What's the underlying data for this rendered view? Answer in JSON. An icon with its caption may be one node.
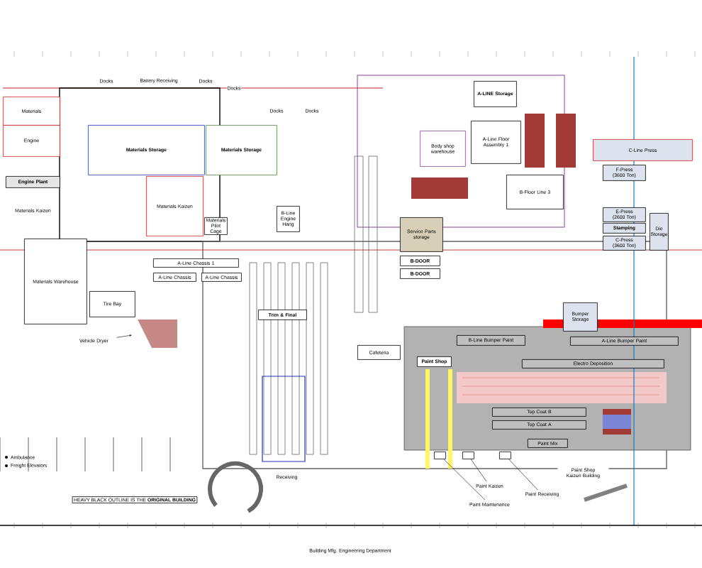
{
  "diagram": {
    "caption": "Building Mfg. Engineering Department",
    "nodes": [
      {
        "text": [
          "Materials"
        ]
      },
      {
        "text": [
          "Engine"
        ]
      },
      {
        "text": [
          "Engine Plant"
        ]
      },
      {
        "text": [
          "Materials Kaizen"
        ]
      },
      {
        "text": [
          "Materials Storage"
        ]
      },
      {
        "text": [
          "Materials Storage"
        ]
      },
      {
        "text": [
          "Materials Kaizen"
        ]
      },
      {
        "text": [
          "Materials Pilot Cage"
        ]
      },
      {
        "text": [
          "B-Line Engine Hang"
        ]
      },
      {
        "text": [
          "Materials Warehouse"
        ]
      },
      {
        "text": [
          "Tire Bay"
        ]
      },
      {
        "text": [
          "A-Line Chassis 1"
        ]
      },
      {
        "text": [
          "A-Line Chassis"
        ]
      },
      {
        "text": [
          "A-Line Chassis"
        ]
      },
      {
        "text": [
          "Trim & Final"
        ]
      },
      {
        "text": [
          "A-LINE Storage"
        ]
      },
      {
        "text": [
          "A-Line Floor Assembly 1"
        ]
      },
      {
        "text": [
          "B-Floor Line 3"
        ]
      },
      {
        "text": [
          "Body shop warehouse"
        ]
      },
      {
        "text": [
          "Service Parts storage"
        ]
      },
      {
        "text": [
          "B-DOOR"
        ]
      },
      {
        "text": [
          "B-DOOR"
        ]
      },
      {
        "text": [
          "C-Line Press"
        ]
      },
      {
        "text": [
          "F-Press (3600 Ton)"
        ]
      },
      {
        "text": [
          "E-Press (2600 Ton)"
        ]
      },
      {
        "text": [
          "Stamping"
        ]
      },
      {
        "text": [
          "C-Press (3600 Ton)"
        ]
      },
      {
        "text": [
          "Die Storage"
        ]
      },
      {
        "text": [
          "Bumper Storage"
        ]
      },
      {
        "text": [
          "Paint Shop"
        ]
      },
      {
        "text": [
          "B-Line Bumper Paint"
        ]
      },
      {
        "text": [
          "A-Line Bumper Paint"
        ]
      },
      {
        "text": [
          "Electro Deposition"
        ]
      },
      {
        "text": [
          "Top Coat B"
        ]
      },
      {
        "text": [
          "Top Coat A"
        ]
      },
      {
        "text": [
          "Paint Mix"
        ]
      },
      {
        "text": [
          "Cafeteria"
        ]
      },
      {
        "text": [
          "Paint Shop Kaizen Building"
        ]
      },
      {
        "text": [
          "Paint Kaizen"
        ]
      },
      {
        "text": [
          "Paint Receiving"
        ]
      },
      {
        "text": [
          "Paint Maintenance"
        ]
      },
      {
        "text": [
          "Receiving"
        ]
      },
      {
        "text": [
          "Vehicle Dryer"
        ]
      },
      {
        "text": [],
        "shape": "box"
      },
      {
        "text": [],
        "shape": "box"
      },
      {
        "text": [],
        "shape": "box"
      }
    ],
    "edges": [
      {
        "from": 38,
        "to": 44,
        "arrow": "none"
      },
      {
        "from": 39,
        "to": 45,
        "arrow": "none"
      },
      {
        "from": 40,
        "to": 43,
        "arrow": "none"
      },
      {
        "from": 42,
        "to": null,
        "arrow": "to"
      }
    ],
    "labels": [
      "Docks",
      "Battery Receiving",
      "Docks",
      "Docks",
      "Docks",
      "Docks",
      "HEAVY BLACK OUTLINE IS THE **ORIGINAL BUILDING**"
    ],
    "legend": [
      {
        "text": "Ambulance"
      },
      {
        "text": "Freight Elevators"
      }
    ]
  }
}
